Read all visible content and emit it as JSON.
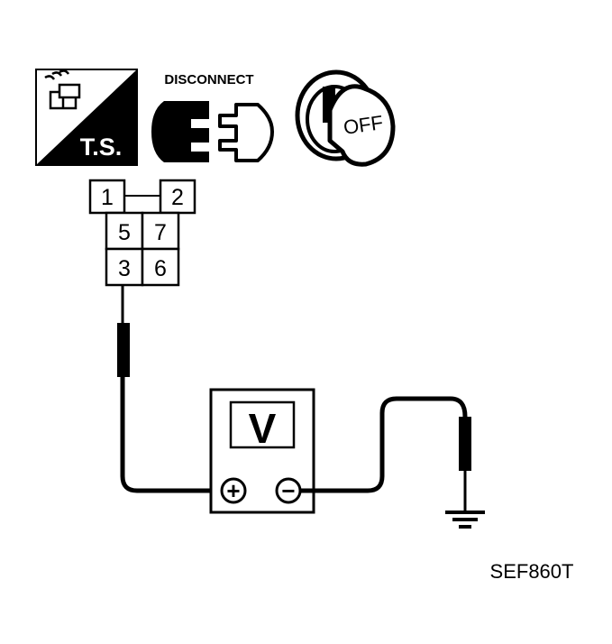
{
  "icons": {
    "test_symbol": {
      "icon": "test-symbol-icon",
      "label": "T.S."
    },
    "disconnect": {
      "icon": "disconnect-connector-icon",
      "label": "DISCONNECT"
    },
    "ignition": {
      "icon": "ignition-key-icon",
      "label": "OFF"
    }
  },
  "connector": {
    "terminals": [
      "1",
      "2",
      "5",
      "7",
      "3",
      "6"
    ]
  },
  "meter": {
    "symbol": "V",
    "positive": "+",
    "negative": "−"
  },
  "ground": {
    "icon": "ground-icon"
  },
  "figure_id": "SEF860T",
  "colors": {
    "ink": "#000000",
    "paper": "#ffffff"
  }
}
